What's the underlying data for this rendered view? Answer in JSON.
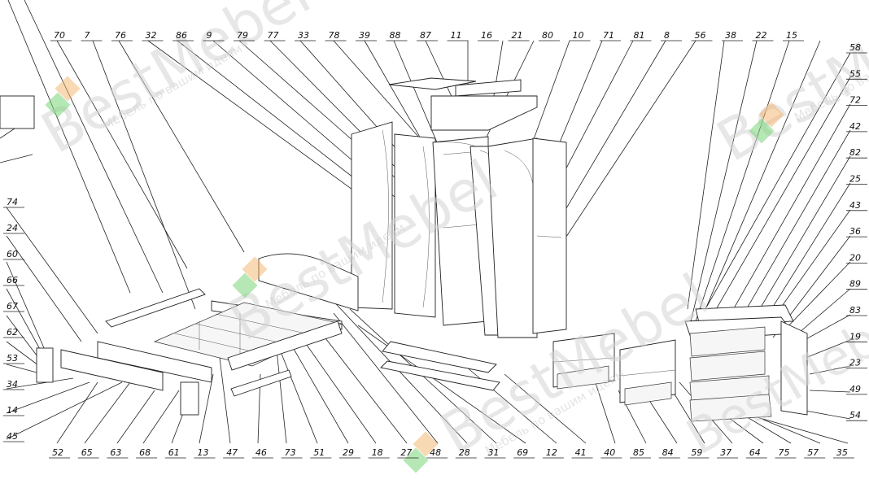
{
  "diagram": {
    "top_labels": [
      "70",
      "7",
      "76",
      "32",
      "86",
      "9",
      "79",
      "77",
      "33",
      "78",
      "39",
      "88",
      "87",
      "11",
      "16",
      "21",
      "80",
      "10",
      "71",
      "81",
      "8",
      "56",
      "38",
      "22",
      "15"
    ],
    "right_labels": [
      "58",
      "55",
      "72",
      "42",
      "82",
      "25",
      "43",
      "36",
      "20",
      "89",
      "83",
      "19",
      "23",
      "49",
      "54"
    ],
    "left_labels": [
      "74",
      "24",
      "60",
      "66",
      "67",
      "62",
      "53",
      "34",
      "14",
      "45"
    ],
    "bottom_labels": [
      "52",
      "65",
      "63",
      "68",
      "61",
      "13",
      "47",
      "46",
      "73",
      "51",
      "29",
      "18",
      "27",
      "48",
      "28",
      "31",
      "69",
      "12",
      "41",
      "40",
      "85",
      "84",
      "59",
      "37",
      "64",
      "75",
      "57",
      "35"
    ],
    "watermark": {
      "brand": "BestMebel",
      "tagline": "Мебель по вашим идеям"
    }
  }
}
